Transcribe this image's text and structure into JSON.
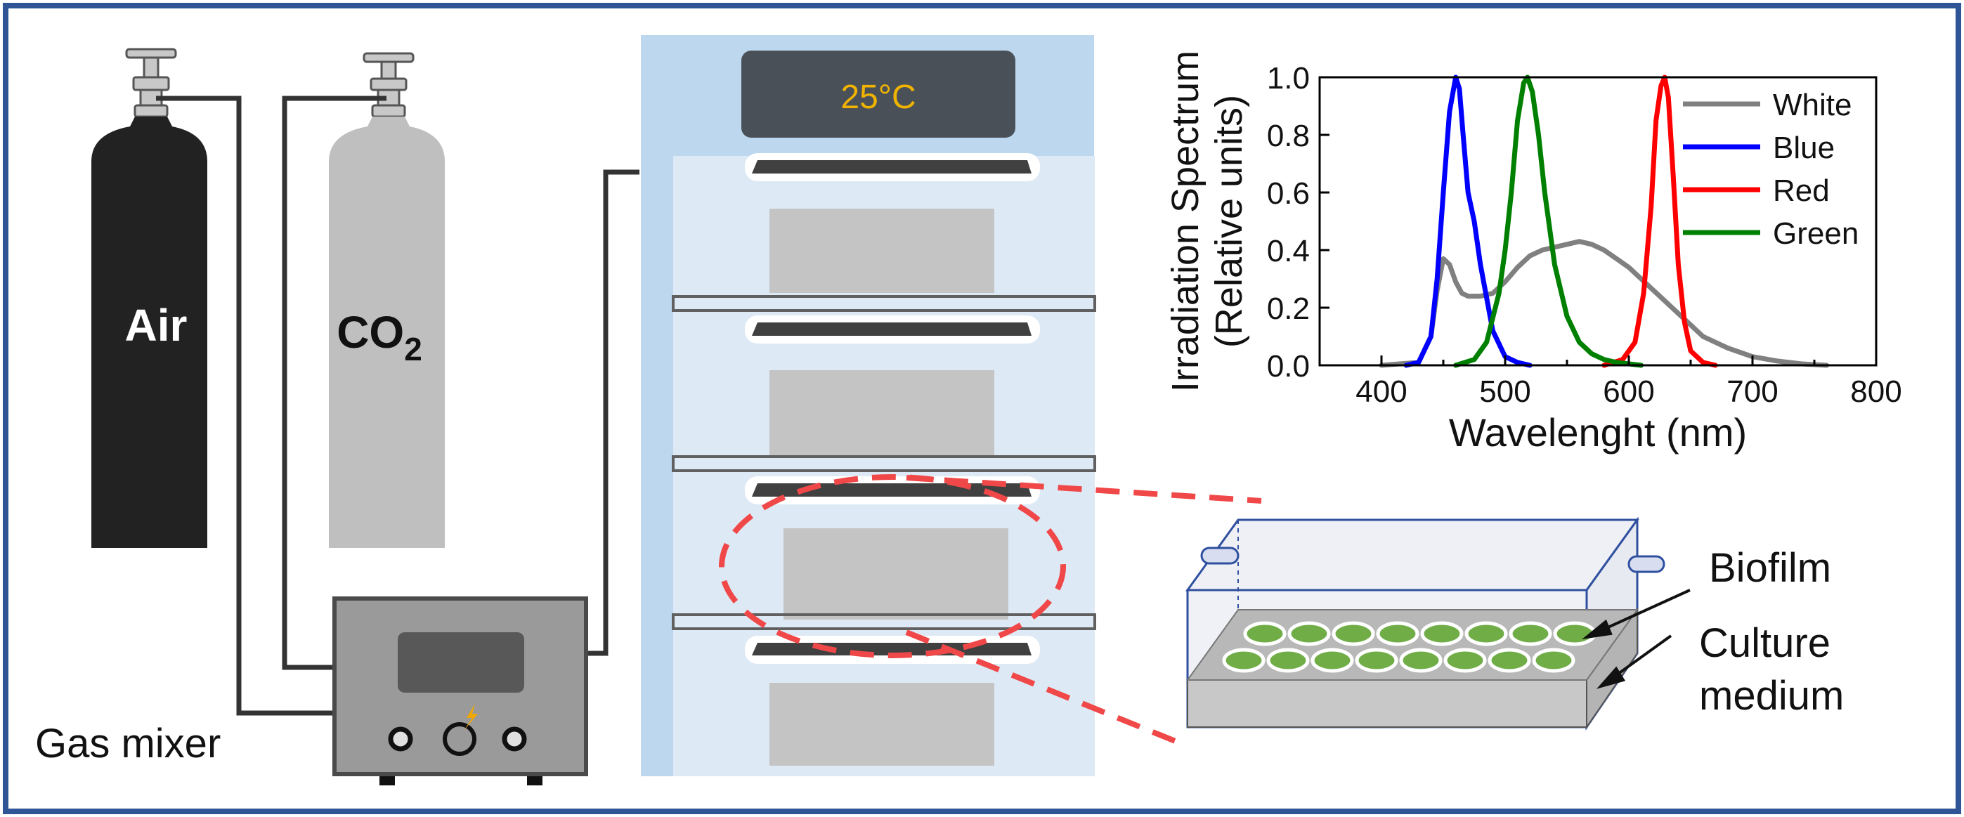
{
  "cylinders": {
    "air_label": "Air",
    "co2_label_main": "CO",
    "co2_label_sub": "2"
  },
  "gas_mixer": {
    "label": "Gas mixer"
  },
  "incubator": {
    "temperature": "25°C"
  },
  "culture_box": {
    "biofilm_label": "Biofilm",
    "medium_label_line1": "Culture",
    "medium_label_line2": "medium"
  },
  "colors": {
    "frame": "#2f5597",
    "air_cylinder": "#222222",
    "co2_cylinder": "#bfbfbf",
    "incubator_bg": "#bcd7ee",
    "display_panel": "#4a5058",
    "temperature_text": "#f0b400",
    "highlight_red": "#f04848",
    "biofilm_green": "#70ad47"
  },
  "chart_data": {
    "type": "line",
    "xlabel": "Wavelenght (nm)",
    "ylabel_line1": "Irradiation Spectrum",
    "ylabel_line2": "(Relative units)",
    "xlim": [
      350,
      800
    ],
    "ylim": [
      0,
      1.0
    ],
    "x_ticks": [
      400,
      500,
      600,
      700,
      800
    ],
    "y_ticks": [
      0.0,
      0.2,
      0.4,
      0.6,
      0.8,
      1.0
    ],
    "x_tick_labels": [
      "400",
      "500",
      "600",
      "700",
      "800"
    ],
    "y_tick_labels": [
      "0.0",
      "0.2",
      "0.4",
      "0.6",
      "0.8",
      "1.0"
    ],
    "legend_position": "top-right",
    "grid": false,
    "series": [
      {
        "name": "White",
        "color": "#808080",
        "x": [
          400,
          430,
          440,
          445,
          450,
          455,
          460,
          465,
          470,
          480,
          490,
          500,
          510,
          520,
          530,
          540,
          550,
          560,
          570,
          580,
          590,
          600,
          610,
          620,
          630,
          640,
          650,
          660,
          680,
          700,
          720,
          740,
          760
        ],
        "y": [
          0.0,
          0.01,
          0.1,
          0.26,
          0.37,
          0.35,
          0.29,
          0.25,
          0.24,
          0.24,
          0.25,
          0.29,
          0.34,
          0.38,
          0.4,
          0.41,
          0.42,
          0.43,
          0.42,
          0.4,
          0.37,
          0.34,
          0.3,
          0.26,
          0.22,
          0.18,
          0.14,
          0.1,
          0.06,
          0.03,
          0.015,
          0.005,
          0.0
        ]
      },
      {
        "name": "Blue",
        "color": "#0000ff",
        "x": [
          420,
          430,
          440,
          445,
          450,
          455,
          460,
          463,
          466,
          470,
          475,
          480,
          490,
          500,
          510,
          520
        ],
        "y": [
          0.0,
          0.01,
          0.1,
          0.3,
          0.6,
          0.88,
          1.0,
          0.96,
          0.8,
          0.6,
          0.5,
          0.35,
          0.12,
          0.03,
          0.01,
          0.0
        ]
      },
      {
        "name": "Red",
        "color": "#ff0000",
        "x": [
          580,
          595,
          605,
          612,
          618,
          622,
          626,
          629,
          632,
          636,
          640,
          645,
          650,
          660,
          670
        ],
        "y": [
          0.0,
          0.02,
          0.08,
          0.25,
          0.55,
          0.85,
          0.97,
          1.0,
          0.93,
          0.65,
          0.35,
          0.15,
          0.05,
          0.01,
          0.0
        ]
      },
      {
        "name": "Green",
        "color": "#008000",
        "x": [
          460,
          475,
          485,
          495,
          500,
          505,
          510,
          515,
          518,
          522,
          527,
          532,
          540,
          550,
          560,
          570,
          580,
          590,
          600,
          610
        ],
        "y": [
          0.0,
          0.02,
          0.08,
          0.25,
          0.4,
          0.6,
          0.85,
          0.98,
          1.0,
          0.95,
          0.8,
          0.6,
          0.35,
          0.17,
          0.08,
          0.04,
          0.02,
          0.01,
          0.005,
          0.0
        ]
      }
    ]
  }
}
